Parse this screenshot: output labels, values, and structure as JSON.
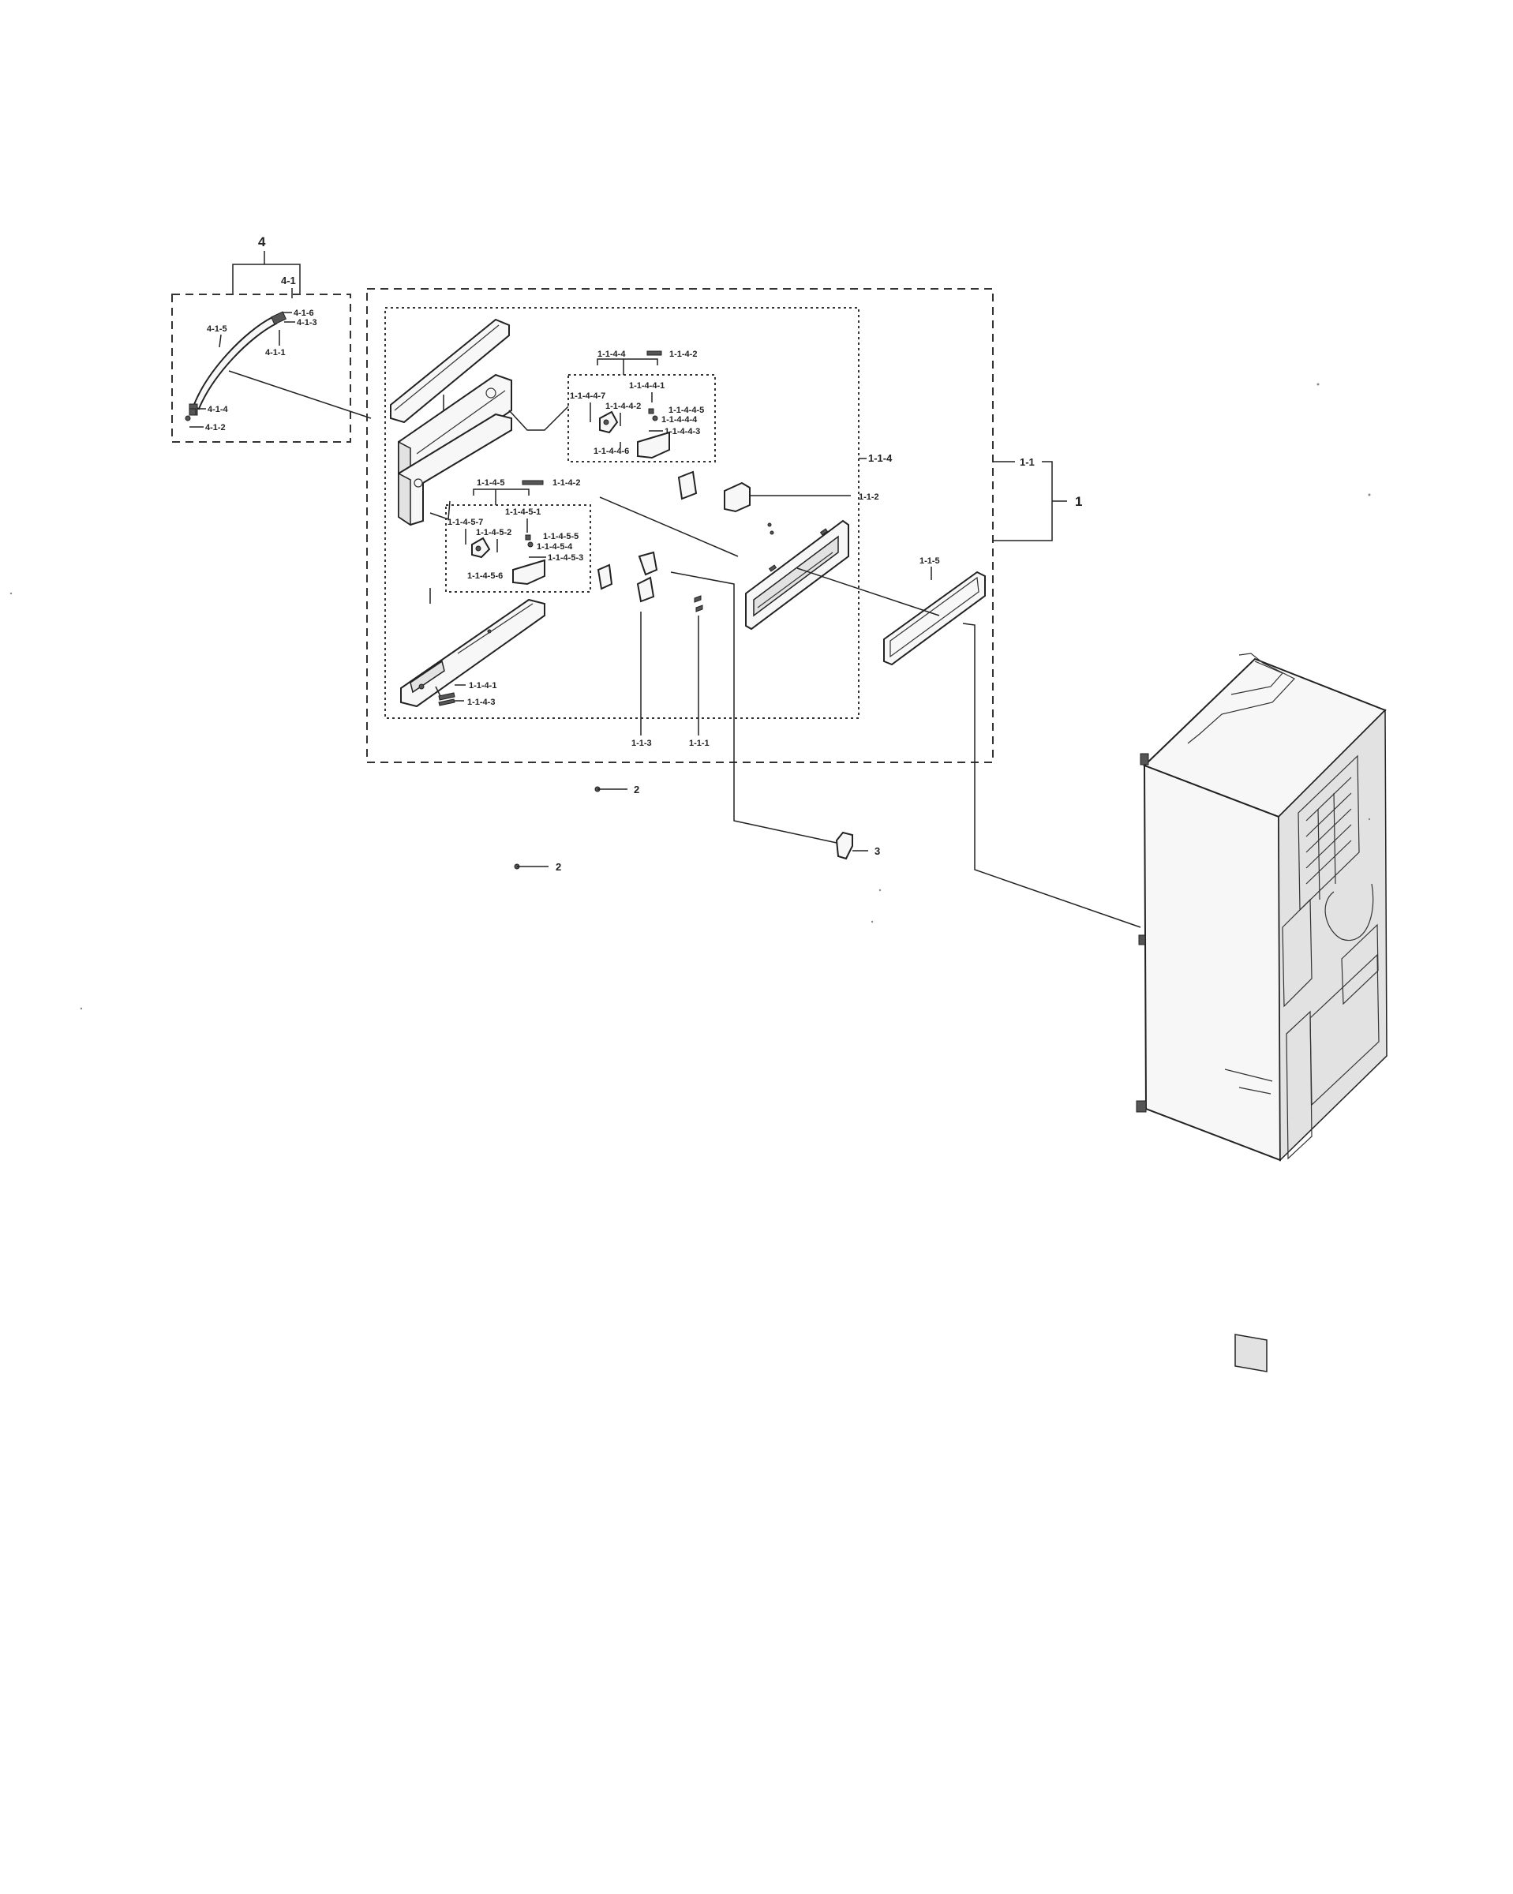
{
  "diagram": {
    "callouts": {
      "c4": "4",
      "c4_1": "4-1",
      "c4_1_6": "4-1-6",
      "c4_1_3": "4-1-3",
      "c4_1_5": "4-1-5",
      "c4_1_1": "4-1-1",
      "c4_1_4": "4-1-4",
      "c4_1_2": "4-1-2",
      "c1_1_4_4": "1-1-4-4",
      "c1_1_4_2_top": "1-1-4-2",
      "c1_1_4_4_1": "1-1-4-4-1",
      "c1_1_4_4_7": "1-1-4-4-7",
      "c1_1_4_4_2": "1-1-4-4-2",
      "c1_1_4_4_5": "1-1-4-4-5",
      "c1_1_4_4_4": "1-1-4-4-4",
      "c1_1_4_4_3": "1-1-4-4-3",
      "c1_1_4_4_6": "1-1-4-4-6",
      "c1_1_4": "1-1-4",
      "c1_1": "1-1",
      "c1": "1",
      "c1_1_2": "1-1-2",
      "c1_1_4_5": "1-1-4-5",
      "c1_1_4_2_mid": "1-1-4-2",
      "c1_1_4_5_1": "1-1-4-5-1",
      "c1_1_4_5_7": "1-1-4-5-7",
      "c1_1_4_5_2": "1-1-4-5-2",
      "c1_1_4_5_5": "1-1-4-5-5",
      "c1_1_4_5_4": "1-1-4-5-4",
      "c1_1_4_5_3": "1-1-4-5-3",
      "c1_1_4_5_6": "1-1-4-5-6",
      "c1_1_5": "1-1-5",
      "c1_1_4_1": "1-1-4-1",
      "c1_1_4_3": "1-1-4-3",
      "c1_1_3": "1-1-3",
      "c1_1_1": "1-1-1",
      "c2_a": "2",
      "c2_b": "2",
      "c3": "3"
    }
  }
}
